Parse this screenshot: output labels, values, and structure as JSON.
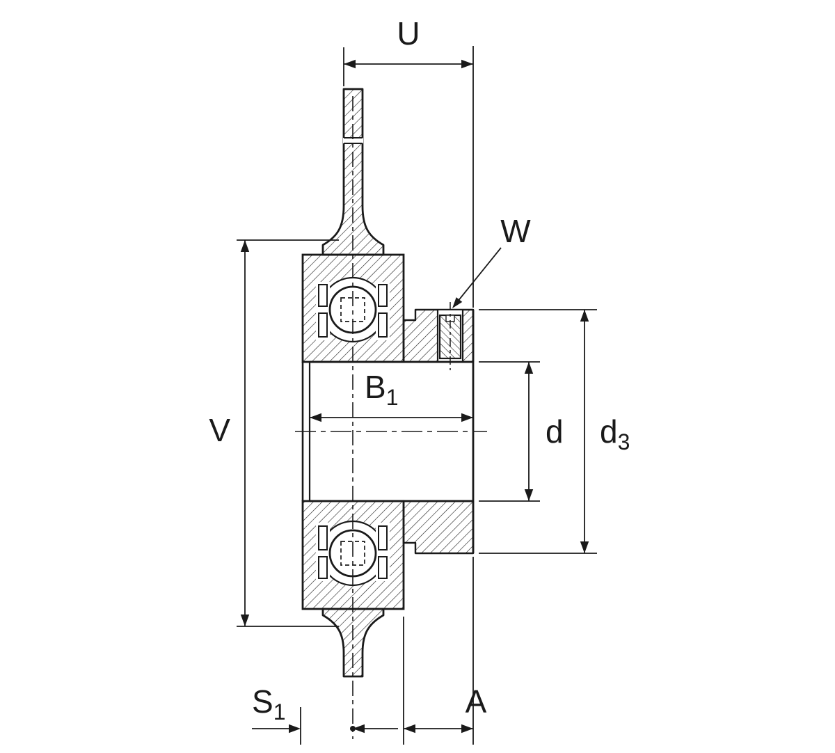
{
  "colors": {
    "line": "#1a1a1a",
    "background": "#ffffff"
  },
  "labels": {
    "u": {
      "base": "U",
      "sub": ""
    },
    "w": {
      "base": "W",
      "sub": ""
    },
    "b1": {
      "base": "B",
      "sub": "1"
    },
    "d": {
      "base": "d",
      "sub": ""
    },
    "d3": {
      "base": "d",
      "sub": "3"
    },
    "v": {
      "base": "V",
      "sub": ""
    },
    "s1": {
      "base": "S",
      "sub": "1"
    },
    "a": {
      "base": "A",
      "sub": ""
    }
  }
}
